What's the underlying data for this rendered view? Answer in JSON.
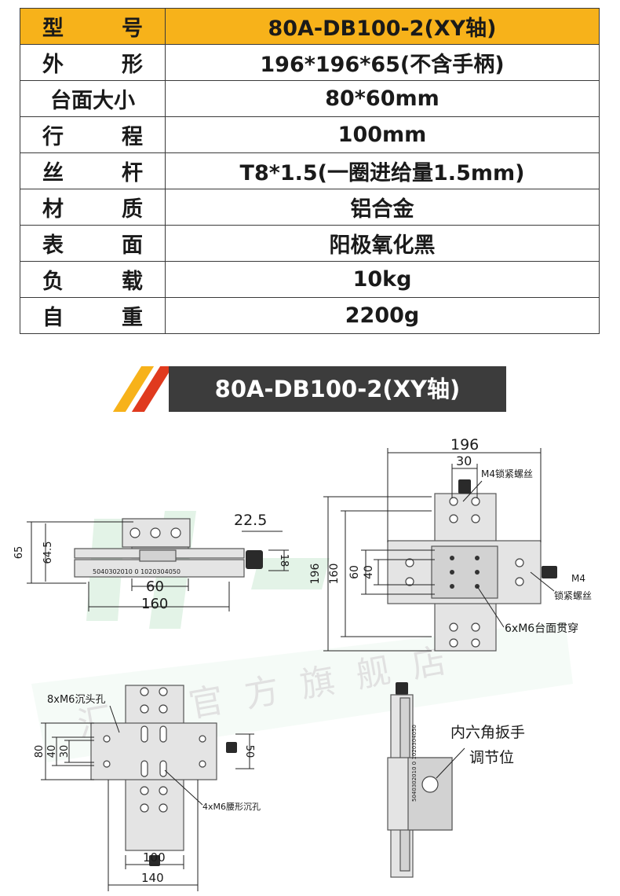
{
  "spec": {
    "header": {
      "label": "型 号",
      "value": "80A-DB100-2(XY轴)"
    },
    "rows": [
      {
        "label": "外 形",
        "value": "196*196*65(不含手柄)"
      },
      {
        "label": "台面大小",
        "value": "80*60mm"
      },
      {
        "label": "行 程",
        "value": "100mm"
      },
      {
        "label": "丝 杆",
        "value": "T8*1.5(一圈进给量1.5mm)"
      },
      {
        "label": "材 质",
        "value": "铝合金"
      },
      {
        "label": "表 面",
        "value": "阳极氧化黑"
      },
      {
        "label": "负 载",
        "value": "10kg"
      },
      {
        "label": "自 重",
        "value": "2200g"
      }
    ]
  },
  "title": "80A-DB100-2(XY轴)",
  "colors": {
    "header_bg": "#f7b21a",
    "banner_bg": "#3c3c3c",
    "stripe_yellow": "#f7b21a",
    "stripe_red": "#e03a1e"
  },
  "side_view": {
    "dims": {
      "total_height": "65",
      "body_height": "64.5",
      "knob_offset": "22.5",
      "knob_height": "18",
      "table_width": "60",
      "base_length": "160"
    },
    "scale": "5040302010 0 1020304050"
  },
  "top_view": {
    "dims": {
      "width": "196",
      "screw_offset": "30",
      "height": "196",
      "rail_height": "160",
      "table_w": "60",
      "table_h": "40"
    },
    "labels": {
      "m4_lock_top": "M4锁紧螺丝",
      "m4": "M4",
      "m4_lock_right": "锁紧螺丝",
      "through_holes": "6xM6台面贯穿"
    }
  },
  "bottom_view": {
    "dims": {
      "h80": "80",
      "h40": "40",
      "h30": "30",
      "h50": "50",
      "w100": "100",
      "w140": "140"
    },
    "labels": {
      "counterbore": "8xM6沉头孔",
      "slot_counterbore": "4xM6腰形沉孔"
    }
  },
  "end_view": {
    "labels": {
      "hex_wrench": "内六角扳手",
      "adjust_position": "调节位"
    },
    "scale": "5040302010 0 1020304050"
  },
  "watermark": "汇科官方旗舰店"
}
